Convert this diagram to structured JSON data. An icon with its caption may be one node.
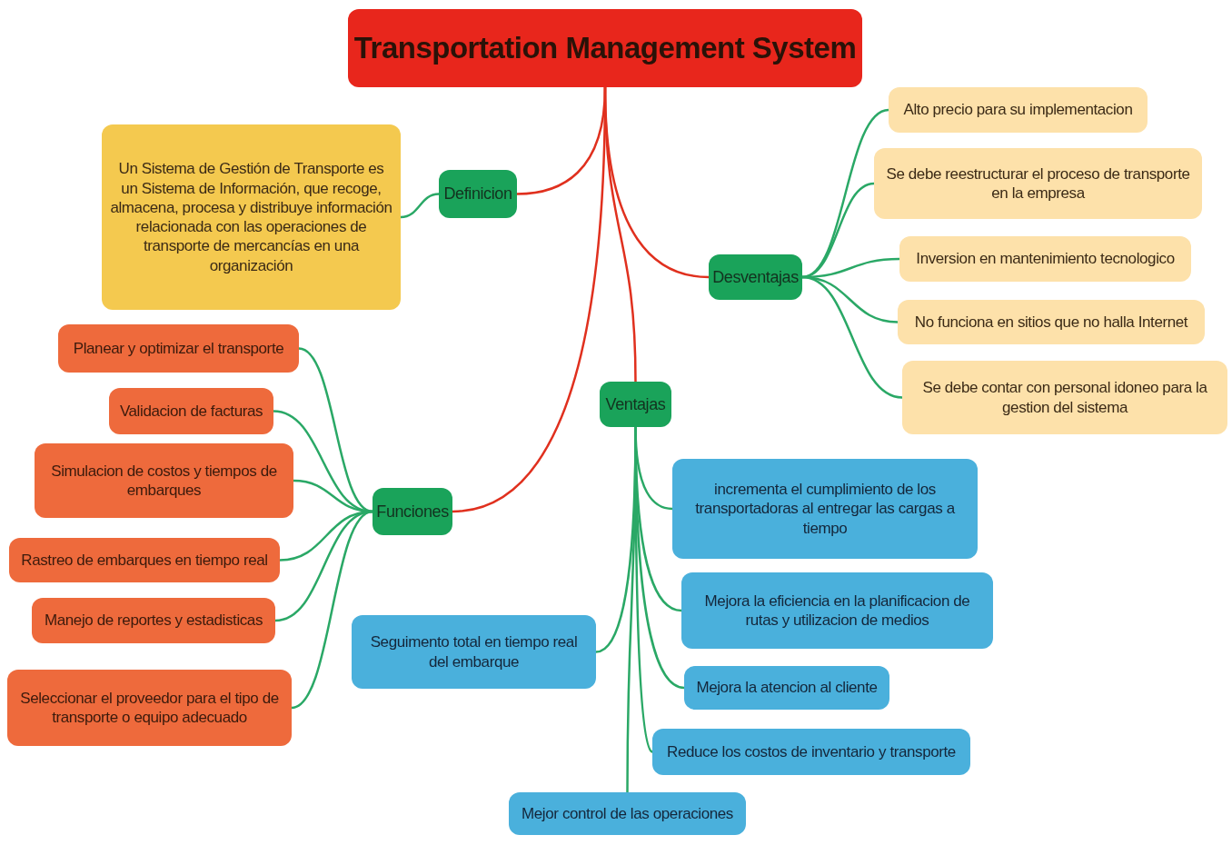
{
  "diagram": {
    "nodes": [
      {
        "text": [
          "Transportation Management System"
        ]
      },
      {
        "text": [
          "Definicion"
        ]
      },
      {
        "text": [
          "Un Sistema de Gestión de Transporte es un Sistema de Información, que recoge, almacena, procesa y distribuye información relacionada con las operaciones de transporte de mercancías en una organización"
        ]
      },
      {
        "text": [
          "Desventajas"
        ]
      },
      {
        "text": [
          "Alto precio para su implementacion"
        ]
      },
      {
        "text": [
          "Se debe reestructurar el proceso de transporte en la empresa"
        ]
      },
      {
        "text": [
          "Inversion en mantenimiento tecnologico"
        ]
      },
      {
        "text": [
          "No funciona en sitios que no halla Internet"
        ]
      },
      {
        "text": [
          "Se debe contar con personal idoneo para la gestion del sistema"
        ]
      },
      {
        "text": [
          "Funciones"
        ]
      },
      {
        "text": [
          "Planear y optimizar el transporte"
        ]
      },
      {
        "text": [
          "Validacion de facturas"
        ]
      },
      {
        "text": [
          "Simulacion de costos y tiempos de embarques"
        ]
      },
      {
        "text": [
          "Rastreo de embarques en tiempo real"
        ]
      },
      {
        "text": [
          "Manejo de reportes y estadisticas"
        ]
      },
      {
        "text": [
          "Seleccionar el proveedor para el tipo de transporte o equipo adecuado"
        ]
      },
      {
        "text": [
          "Ventajas"
        ]
      },
      {
        "text": [
          "incrementa el cumplimiento de los transportadoras al entregar las cargas a tiempo"
        ]
      },
      {
        "text": [
          "Mejora la eficiencia en la planificacion de rutas y utilizacion de medios"
        ]
      },
      {
        "text": [
          "Mejora la atencion al cliente"
        ]
      },
      {
        "text": [
          "Reduce los costos de inventario y transporte"
        ]
      },
      {
        "text": [
          "Seguimento total en tiempo real del embarque"
        ]
      },
      {
        "text": [
          "Mejor control de las operaciones"
        ]
      }
    ],
    "edges": [
      {
        "from": 0,
        "to": 1,
        "arrow": "none",
        "color": "#e0301e"
      },
      {
        "from": 1,
        "to": 2,
        "arrow": "none"
      },
      {
        "from": 0,
        "to": 3,
        "arrow": "none",
        "color": "#e0301e"
      },
      {
        "from": 3,
        "to": 4,
        "arrow": "none"
      },
      {
        "from": 3,
        "to": 5,
        "arrow": "none"
      },
      {
        "from": 3,
        "to": 6,
        "arrow": "none"
      },
      {
        "from": 3,
        "to": 7,
        "arrow": "none"
      },
      {
        "from": 3,
        "to": 8,
        "arrow": "none"
      },
      {
        "from": 0,
        "to": 9,
        "arrow": "none",
        "color": "#e0301e"
      },
      {
        "from": 9,
        "to": 10,
        "arrow": "none"
      },
      {
        "from": 9,
        "to": 11,
        "arrow": "none"
      },
      {
        "from": 9,
        "to": 12,
        "arrow": "none"
      },
      {
        "from": 9,
        "to": 13,
        "arrow": "none"
      },
      {
        "from": 9,
        "to": 14,
        "arrow": "none"
      },
      {
        "from": 9,
        "to": 15,
        "arrow": "none"
      },
      {
        "from": 0,
        "to": 16,
        "arrow": "none",
        "color": "#e0301e"
      },
      {
        "from": 16,
        "to": 17,
        "arrow": "none"
      },
      {
        "from": 16,
        "to": 18,
        "arrow": "none"
      },
      {
        "from": 16,
        "to": 19,
        "arrow": "none"
      },
      {
        "from": 16,
        "to": 20,
        "arrow": "none"
      },
      {
        "from": 16,
        "to": 21,
        "arrow": "none"
      },
      {
        "from": 16,
        "to": 22,
        "arrow": "none"
      }
    ]
  }
}
